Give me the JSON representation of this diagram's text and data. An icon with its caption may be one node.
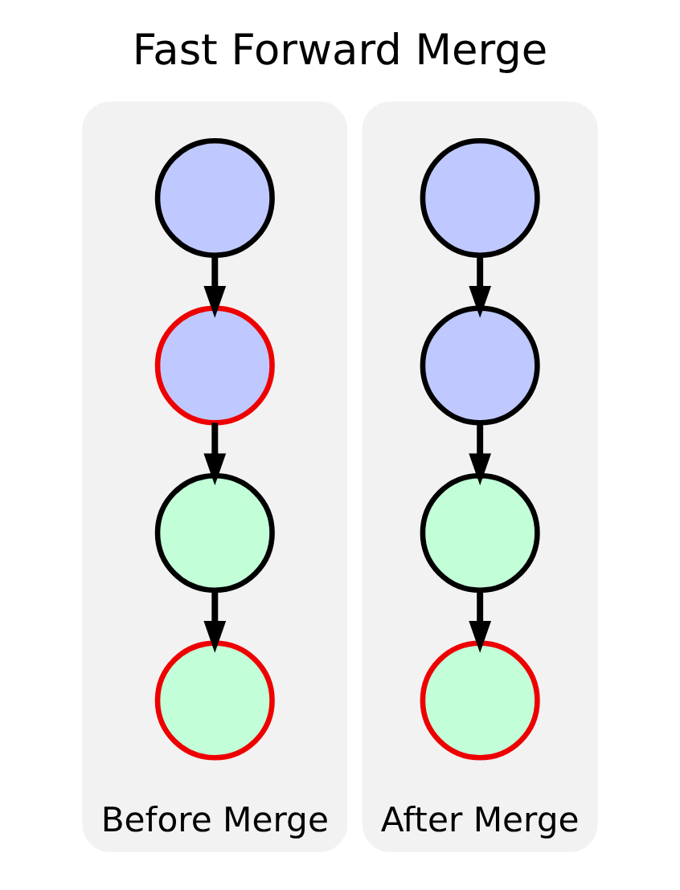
{
  "diagram": {
    "title": "Fast Forward Merge",
    "nodes": [
      {
        "text": [
          "Before Merge"
        ]
      },
      {
        "text": [],
        "shape": "circle",
        "in": 0
      },
      {
        "text": [],
        "shape": "circle",
        "in": 0
      },
      {
        "text": [],
        "shape": "circle",
        "in": 0
      },
      {
        "text": [],
        "shape": "circle",
        "in": 0
      },
      {
        "text": [
          "After Merge"
        ]
      },
      {
        "text": [],
        "shape": "circle",
        "in": 5
      },
      {
        "text": [],
        "shape": "circle",
        "in": 5
      },
      {
        "text": [],
        "shape": "circle",
        "in": 5
      },
      {
        "text": [],
        "shape": "circle",
        "in": 5
      }
    ],
    "edges": [
      {
        "from": 1,
        "to": 2,
        "arrow": "to"
      },
      {
        "from": 2,
        "to": 3,
        "arrow": "to"
      },
      {
        "from": 3,
        "to": 4,
        "arrow": "to"
      },
      {
        "from": 6,
        "to": 7,
        "arrow": "to"
      },
      {
        "from": 7,
        "to": 8,
        "arrow": "to"
      },
      {
        "from": 8,
        "to": 9,
        "arrow": "to"
      }
    ]
  }
}
